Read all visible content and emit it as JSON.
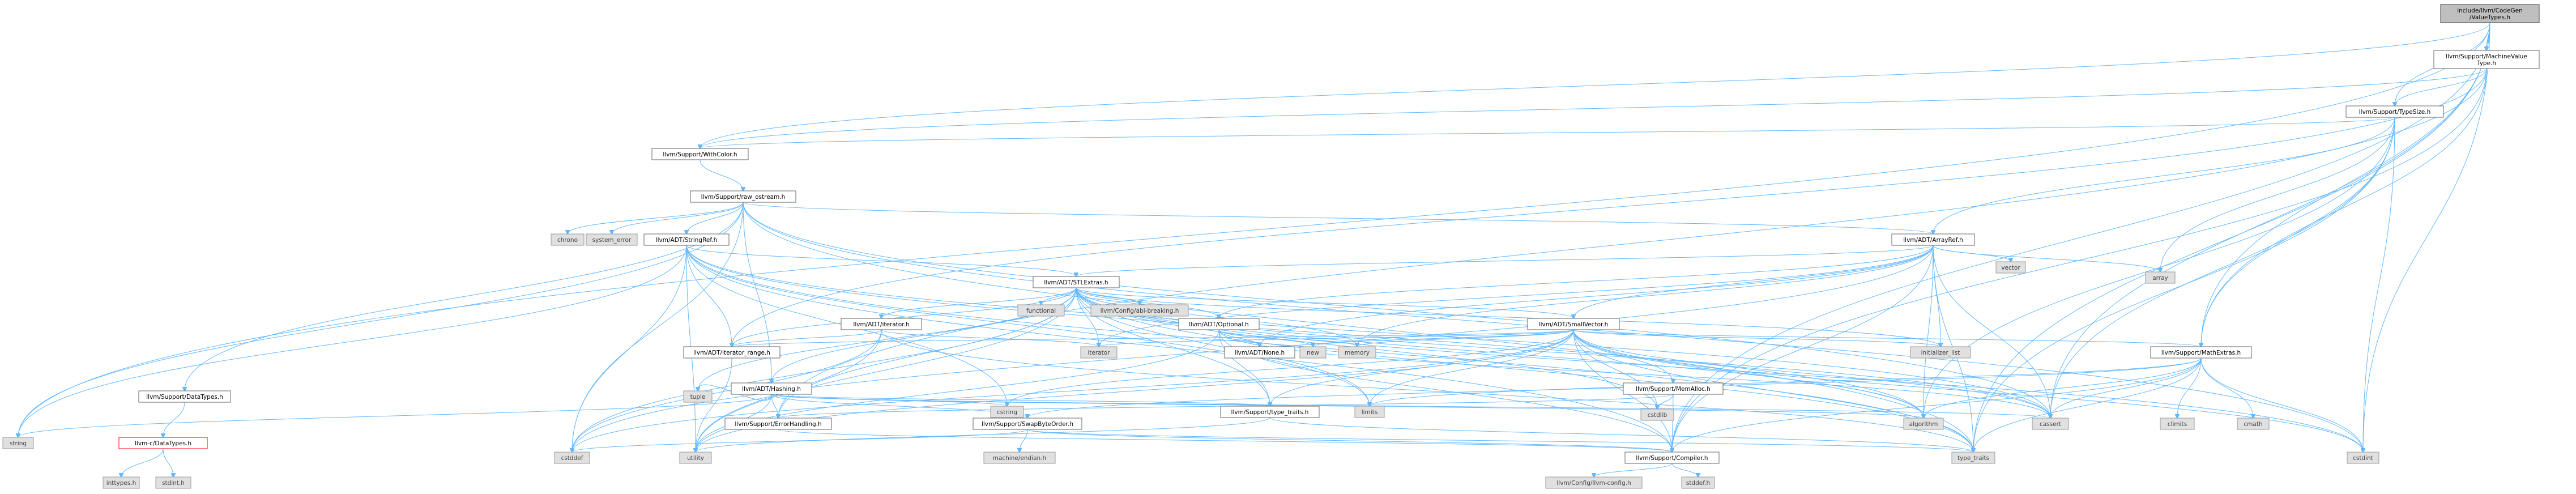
{
  "nodes": [
    {
      "id": "n0",
      "lines": [
        "include/llvm/CodeGen",
        "/ValueTypes.h"
      ],
      "kind": "root"
    },
    {
      "id": "n1",
      "lines": [
        "llvm/Support/MachineValue",
        "Type.h"
      ],
      "kind": "file"
    },
    {
      "id": "n2",
      "lines": [
        "llvm/Support/TypeSize.h"
      ],
      "kind": "file"
    },
    {
      "id": "n3",
      "lines": [
        "llvm/Support/WithColor.h"
      ],
      "kind": "file"
    },
    {
      "id": "n4",
      "lines": [
        "llvm/Support/raw_ostream.h"
      ],
      "kind": "file"
    },
    {
      "id": "n5",
      "lines": [
        "chrono"
      ],
      "kind": "sys"
    },
    {
      "id": "n6",
      "lines": [
        "system_error"
      ],
      "kind": "sys"
    },
    {
      "id": "n7",
      "lines": [
        "llvm/ADT/StringRef.h"
      ],
      "kind": "file"
    },
    {
      "id": "n8",
      "lines": [
        "llvm/ADT/ArrayRef.h"
      ],
      "kind": "file"
    },
    {
      "id": "n9",
      "lines": [
        "vector"
      ],
      "kind": "sys"
    },
    {
      "id": "n10",
      "lines": [
        "array"
      ],
      "kind": "sys"
    },
    {
      "id": "n11",
      "lines": [
        "llvm/ADT/STLExtras.h"
      ],
      "kind": "file"
    },
    {
      "id": "n12",
      "lines": [
        "functional"
      ],
      "kind": "sys"
    },
    {
      "id": "n13",
      "lines": [
        "llvm/Config/abi-breaking.h"
      ],
      "kind": "sys"
    },
    {
      "id": "n14",
      "lines": [
        "llvm/ADT/iterator.h"
      ],
      "kind": "file"
    },
    {
      "id": "n15",
      "lines": [
        "llvm/ADT/Optional.h"
      ],
      "kind": "file"
    },
    {
      "id": "n16",
      "lines": [
        "llvm/ADT/SmallVector.h"
      ],
      "kind": "file"
    },
    {
      "id": "n17",
      "lines": [
        "llvm/ADT/iterator_range.h"
      ],
      "kind": "file"
    },
    {
      "id": "n18",
      "lines": [
        "iterator"
      ],
      "kind": "sys"
    },
    {
      "id": "n19",
      "lines": [
        "llvm/ADT/None.h"
      ],
      "kind": "file"
    },
    {
      "id": "n20",
      "lines": [
        "new"
      ],
      "kind": "sys"
    },
    {
      "id": "n21",
      "lines": [
        "memory"
      ],
      "kind": "sys"
    },
    {
      "id": "n22",
      "lines": [
        "initializer_list"
      ],
      "kind": "sys"
    },
    {
      "id": "n23",
      "lines": [
        "llvm/Support/MathExtras.h"
      ],
      "kind": "file"
    },
    {
      "id": "n24",
      "lines": [
        "llvm/ADT/Hashing.h"
      ],
      "kind": "file"
    },
    {
      "id": "n25",
      "lines": [
        "llvm/Support/MemAlloc.h"
      ],
      "kind": "file"
    },
    {
      "id": "n26",
      "lines": [
        "llvm/Support/DataTypes.h"
      ],
      "kind": "file"
    },
    {
      "id": "n27",
      "lines": [
        "tuple"
      ],
      "kind": "sys"
    },
    {
      "id": "n28",
      "lines": [
        "llvm/Support/ErrorHandling.h"
      ],
      "kind": "file"
    },
    {
      "id": "n29",
      "lines": [
        "cstring"
      ],
      "kind": "sys"
    },
    {
      "id": "n30",
      "lines": [
        "llvm/Support/SwapByteOrder.h"
      ],
      "kind": "file"
    },
    {
      "id": "n31",
      "lines": [
        "llvm/Support/type_traits.h"
      ],
      "kind": "file"
    },
    {
      "id": "n32",
      "lines": [
        "limits"
      ],
      "kind": "sys"
    },
    {
      "id": "n33",
      "lines": [
        "cstdlib"
      ],
      "kind": "sys"
    },
    {
      "id": "n34",
      "lines": [
        "algorithm"
      ],
      "kind": "sys"
    },
    {
      "id": "n35",
      "lines": [
        "cassert"
      ],
      "kind": "sys"
    },
    {
      "id": "n36",
      "lines": [
        "climits"
      ],
      "kind": "sys"
    },
    {
      "id": "n37",
      "lines": [
        "cmath"
      ],
      "kind": "sys"
    },
    {
      "id": "n38",
      "lines": [
        "llvm-c/DataTypes.h"
      ],
      "kind": "err"
    },
    {
      "id": "n39",
      "lines": [
        "string"
      ],
      "kind": "sys"
    },
    {
      "id": "n40",
      "lines": [
        "cstddef"
      ],
      "kind": "sys"
    },
    {
      "id": "n41",
      "lines": [
        "utility"
      ],
      "kind": "sys"
    },
    {
      "id": "n42",
      "lines": [
        "machine/endian.h"
      ],
      "kind": "sys"
    },
    {
      "id": "n43",
      "lines": [
        "llvm/Support/Compiler.h"
      ],
      "kind": "file"
    },
    {
      "id": "n44",
      "lines": [
        "type_traits"
      ],
      "kind": "sys"
    },
    {
      "id": "n45",
      "lines": [
        "cstdint"
      ],
      "kind": "sys"
    },
    {
      "id": "n46",
      "lines": [
        "inttypes.h"
      ],
      "kind": "sys"
    },
    {
      "id": "n47",
      "lines": [
        "stdint.h"
      ],
      "kind": "sys"
    },
    {
      "id": "n48",
      "lines": [
        "llvm/Config/llvm-config.h"
      ],
      "kind": "sys"
    },
    {
      "id": "n49",
      "lines": [
        "stddef.h"
      ],
      "kind": "sys"
    }
  ],
  "edges": [
    [
      "n0",
      "n1"
    ],
    [
      "n0",
      "n2"
    ],
    [
      "n0",
      "n3"
    ],
    [
      "n0",
      "n23"
    ],
    [
      "n0",
      "n35"
    ],
    [
      "n0",
      "n45"
    ],
    [
      "n0",
      "n39"
    ],
    [
      "n0",
      "n43"
    ],
    [
      "n0",
      "n44"
    ],
    [
      "n1",
      "n2"
    ],
    [
      "n1",
      "n23"
    ],
    [
      "n1",
      "n28"
    ],
    [
      "n1",
      "n3"
    ],
    [
      "n1",
      "n43"
    ],
    [
      "n1",
      "n17"
    ],
    [
      "n2",
      "n8"
    ],
    [
      "n2",
      "n23"
    ],
    [
      "n2",
      "n34"
    ],
    [
      "n2",
      "n10"
    ],
    [
      "n2",
      "n35"
    ],
    [
      "n2",
      "n45"
    ],
    [
      "n2",
      "n44"
    ],
    [
      "n2",
      "n3"
    ],
    [
      "n3",
      "n4"
    ],
    [
      "n4",
      "n5"
    ],
    [
      "n4",
      "n6"
    ],
    [
      "n4",
      "n7"
    ],
    [
      "n4",
      "n8"
    ],
    [
      "n4",
      "n26"
    ],
    [
      "n4",
      "n35"
    ],
    [
      "n4",
      "n40"
    ],
    [
      "n4",
      "n45"
    ],
    [
      "n4",
      "n39"
    ],
    [
      "n4",
      "n44"
    ],
    [
      "n4",
      "n24"
    ],
    [
      "n7",
      "n11"
    ],
    [
      "n7",
      "n17"
    ],
    [
      "n7",
      "n43"
    ],
    [
      "n7",
      "n34"
    ],
    [
      "n7",
      "n35"
    ],
    [
      "n7",
      "n40"
    ],
    [
      "n7",
      "n29"
    ],
    [
      "n7",
      "n39"
    ],
    [
      "n7",
      "n44"
    ],
    [
      "n7",
      "n41"
    ],
    [
      "n7",
      "n32"
    ],
    [
      "n8",
      "n11"
    ],
    [
      "n8",
      "n16"
    ],
    [
      "n8",
      "n19"
    ],
    [
      "n8",
      "n15"
    ],
    [
      "n8",
      "n43"
    ],
    [
      "n8",
      "n34"
    ],
    [
      "n8",
      "n10"
    ],
    [
      "n8",
      "n35"
    ],
    [
      "n8",
      "n40"
    ],
    [
      "n8",
      "n22"
    ],
    [
      "n8",
      "n18"
    ],
    [
      "n8",
      "n21"
    ],
    [
      "n8",
      "n44"
    ],
    [
      "n8",
      "n9"
    ],
    [
      "n11",
      "n12"
    ],
    [
      "n11",
      "n13"
    ],
    [
      "n11",
      "n14"
    ],
    [
      "n11",
      "n15"
    ],
    [
      "n11",
      "n16"
    ],
    [
      "n11",
      "n17"
    ],
    [
      "n11",
      "n24"
    ],
    [
      "n11",
      "n28"
    ],
    [
      "n11",
      "n31"
    ],
    [
      "n11",
      "n34"
    ],
    [
      "n11",
      "n35"
    ],
    [
      "n11",
      "n40"
    ],
    [
      "n11",
      "n45"
    ],
    [
      "n11",
      "n33"
    ],
    [
      "n11",
      "n22"
    ],
    [
      "n11",
      "n18"
    ],
    [
      "n11",
      "n32"
    ],
    [
      "n11",
      "n21"
    ],
    [
      "n11",
      "n27"
    ],
    [
      "n11",
      "n44"
    ],
    [
      "n11",
      "n41"
    ],
    [
      "n14",
      "n17"
    ],
    [
      "n14",
      "n40"
    ],
    [
      "n14",
      "n18"
    ],
    [
      "n14",
      "n44"
    ],
    [
      "n14",
      "n41"
    ],
    [
      "n15",
      "n19"
    ],
    [
      "n15",
      "n43"
    ],
    [
      "n15",
      "n31"
    ],
    [
      "n15",
      "n35"
    ],
    [
      "n15",
      "n20"
    ],
    [
      "n15",
      "n41"
    ],
    [
      "n15",
      "n21"
    ],
    [
      "n16",
      "n17"
    ],
    [
      "n16",
      "n23"
    ],
    [
      "n16",
      "n25"
    ],
    [
      "n16",
      "n43"
    ],
    [
      "n16",
      "n31"
    ],
    [
      "n16",
      "n34"
    ],
    [
      "n16",
      "n35"
    ],
    [
      "n16",
      "n40"
    ],
    [
      "n16",
      "n33"
    ],
    [
      "n16",
      "n29"
    ],
    [
      "n16",
      "n18"
    ],
    [
      "n16",
      "n32"
    ],
    [
      "n16",
      "n20"
    ],
    [
      "n16",
      "n22"
    ],
    [
      "n16",
      "n21"
    ],
    [
      "n16",
      "n44"
    ],
    [
      "n16",
      "n41"
    ],
    [
      "n16",
      "n45"
    ],
    [
      "n17",
      "n41"
    ],
    [
      "n23",
      "n43"
    ],
    [
      "n23",
      "n30"
    ],
    [
      "n23",
      "n34"
    ],
    [
      "n23",
      "n35"
    ],
    [
      "n23",
      "n36"
    ],
    [
      "n23",
      "n37"
    ],
    [
      "n23",
      "n45"
    ],
    [
      "n23",
      "n32"
    ],
    [
      "n23",
      "n44"
    ],
    [
      "n24",
      "n28"
    ],
    [
      "n24",
      "n30"
    ],
    [
      "n24",
      "n31"
    ],
    [
      "n24",
      "n34"
    ],
    [
      "n24",
      "n35"
    ],
    [
      "n24",
      "n29"
    ],
    [
      "n24",
      "n39"
    ],
    [
      "n24",
      "n27"
    ],
    [
      "n24",
      "n41"
    ],
    [
      "n25",
      "n43"
    ],
    [
      "n25",
      "n28"
    ],
    [
      "n25",
      "n33"
    ],
    [
      "n26",
      "n38"
    ],
    [
      "n28",
      "n43"
    ],
    [
      "n30",
      "n43"
    ],
    [
      "n30",
      "n40"
    ],
    [
      "n30",
      "n44"
    ],
    [
      "n30",
      "n42"
    ],
    [
      "n31",
      "n44"
    ],
    [
      "n31",
      "n41"
    ],
    [
      "n38",
      "n46"
    ],
    [
      "n38",
      "n47"
    ],
    [
      "n43",
      "n48"
    ],
    [
      "n43",
      "n49"
    ]
  ]
}
